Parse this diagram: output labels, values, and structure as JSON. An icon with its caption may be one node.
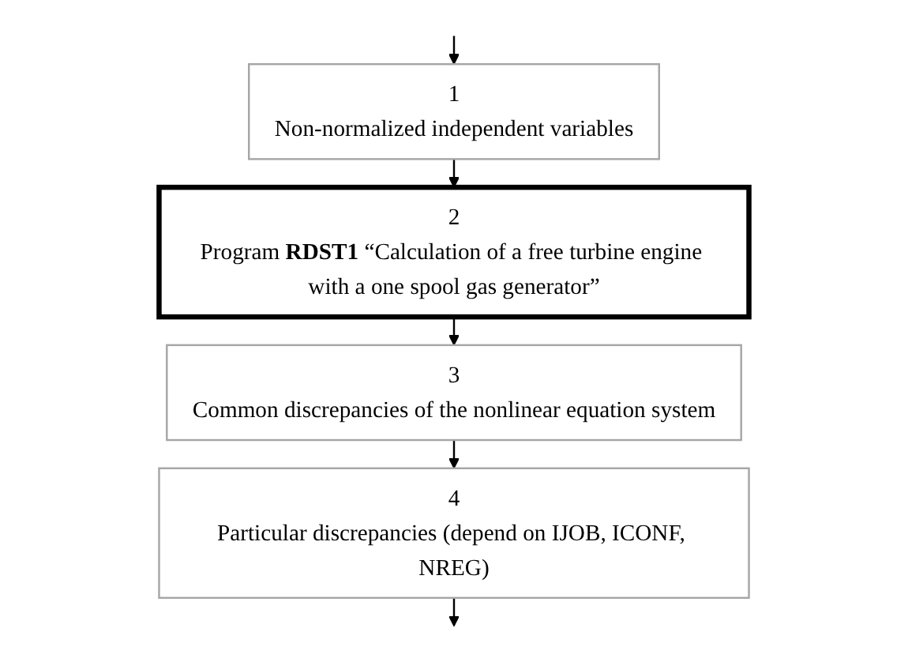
{
  "diagram": {
    "nodes": [
      {
        "text": [
          "1",
          "Non-normalized independent variables"
        ]
      },
      {
        "text": [
          "2",
          "Program **RDST1** “Calculation of a free turbine engine with a one spool gas generator”"
        ]
      },
      {
        "text": [
          "3",
          "Common discrepancies of the nonlinear equation system"
        ]
      },
      {
        "text": [
          "4",
          "Particular discrepancies (depend on IJOB, ICONF, NREG)"
        ]
      }
    ],
    "edges": [
      {
        "from": null,
        "to": 0,
        "arrow": "to"
      },
      {
        "from": 0,
        "to": 1,
        "arrow": "to"
      },
      {
        "from": 1,
        "to": 2,
        "arrow": "to"
      },
      {
        "from": 2,
        "to": 3,
        "arrow": "to"
      },
      {
        "from": 3,
        "to": null,
        "arrow": "to"
      }
    ]
  }
}
